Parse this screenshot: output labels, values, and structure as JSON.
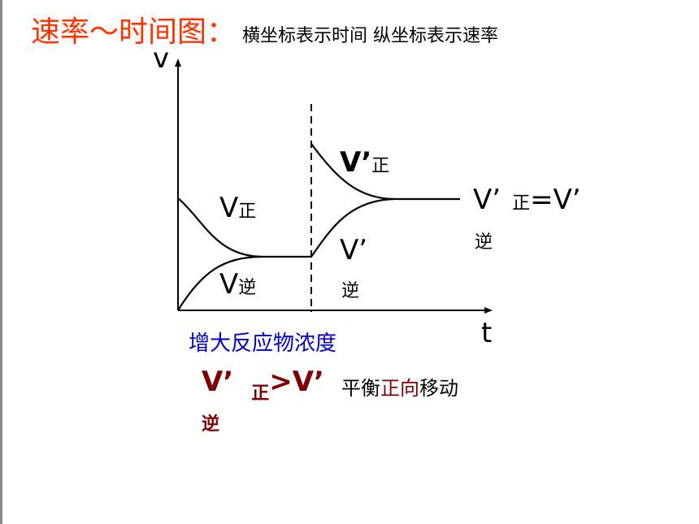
{
  "title": "速率～时间图：",
  "title_desc": "横坐标表示时间  纵坐标表示速率",
  "axes": {
    "y_label": "v",
    "x_label": "t"
  },
  "curves": {
    "v_forward": {
      "v": "V",
      "sub": "正"
    },
    "v_reverse": {
      "v": "V",
      "sub": "逆"
    },
    "v_prime_forward": {
      "v": "V’",
      "sub": "正"
    },
    "v_prime_reverse": {
      "v": "V’",
      "sub": "逆"
    },
    "equal": {
      "left_v": "V’",
      "left_sub": "正",
      "eq": "=V’",
      "bottom_sub": "逆"
    }
  },
  "condition": "增大反应物浓度",
  "conclusion": {
    "left_v": "V’",
    "left_sub": "逆",
    "gt": "",
    "mid_sub": "正",
    "right": ">V’",
    "text_pre": "平衡",
    "text_dir": "正向",
    "text_post": "移动"
  },
  "colors": {
    "title": "#ff3300",
    "condition": "#0000cc",
    "conclusion": "#800000",
    "line": "#000000"
  }
}
